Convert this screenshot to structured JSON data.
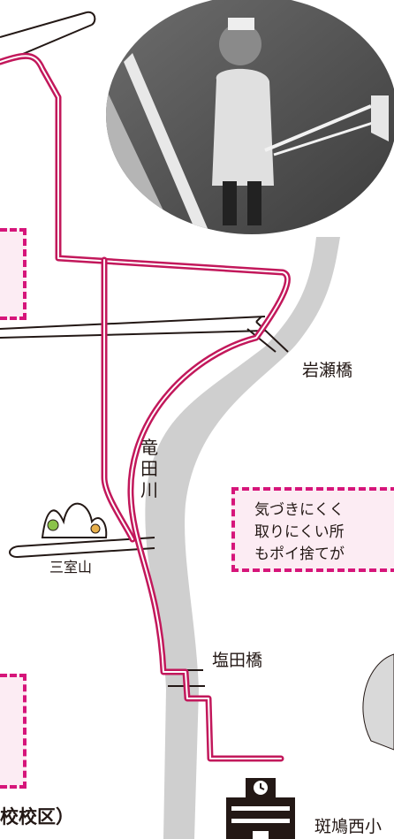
{
  "map": {
    "river_label": "竜田川",
    "labels": {
      "iwase_bridge": "岩瀬橋",
      "shioda_bridge": "塩田橋",
      "mimuro_yama": "三室山",
      "school": "斑鳩西小",
      "district": "校校区）"
    },
    "note_lines": [
      "気づきにくく",
      "取りにくい所",
      "もポイ捨てが"
    ],
    "colors": {
      "route": "#c2185b",
      "river": "#cfcfcf",
      "dashed_box": "#d6157a",
      "box_fill": "#fcecf3"
    },
    "icons": [
      "mountain-icon",
      "school-icon",
      "clock-icon",
      "photo-volunteer-picking-litter"
    ]
  }
}
